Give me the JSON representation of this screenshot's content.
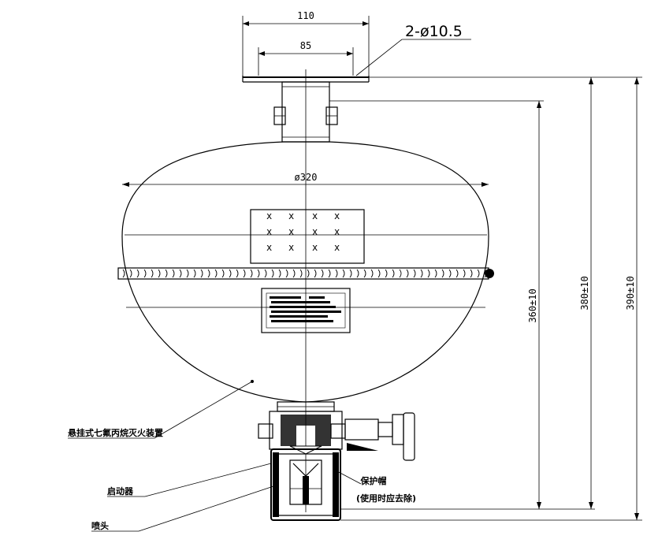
{
  "dimensions": {
    "flange_outer_width": "110",
    "flange_hole_spacing": "85",
    "holes": "2-ø10.5",
    "sphere_diameter": "ø320",
    "height_a": "360±10",
    "height_b": "380±10",
    "height_c": "390±10"
  },
  "labels": {
    "vessel": "悬挂式七氟丙烷灭火装置",
    "valve": "启动器",
    "nozzle_body": "喷头",
    "protective_cap": "保护帽",
    "cap_note": "(使用时应去除)"
  },
  "marks": {
    "x": "x"
  }
}
